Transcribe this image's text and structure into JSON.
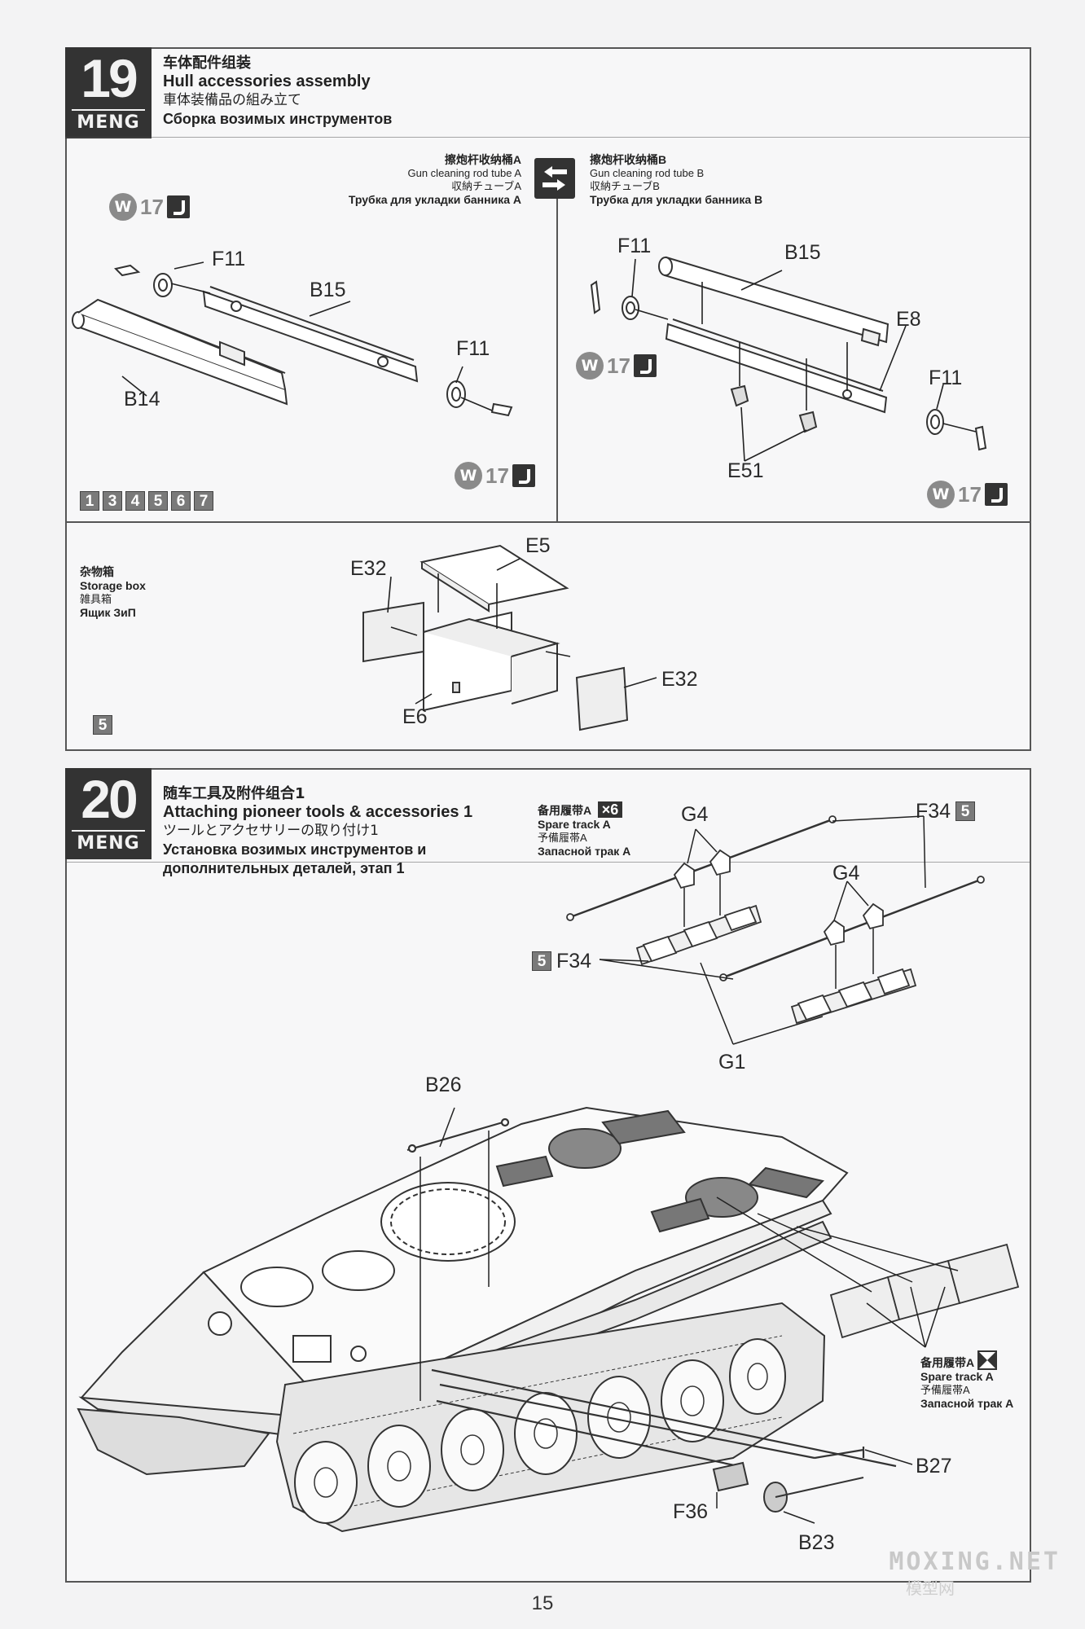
{
  "step19": {
    "number": "19",
    "logo": "MENG",
    "title_cn": "车体配件组装",
    "title_en": "Hull accessories assembly",
    "title_jp": "車体装備品の組み立て",
    "title_ru": "Сборка возимых инструментов",
    "tube_a": {
      "cn": "擦炮杆收纳桶A",
      "en": "Gun cleaning rod tube A",
      "jp": "収納チューブA",
      "ru": "Трубка для укладки банника A"
    },
    "tube_b": {
      "cn": "擦炮杆收纳桶B",
      "en": "Gun cleaning rod tube B",
      "jp": "収納チューブB",
      "ru": "Трубка для укладки банника B"
    },
    "storage_box": {
      "cn": "杂物箱",
      "en": "Storage box",
      "jp": "雑具箱",
      "ru": "Ящик ЗиП"
    },
    "paint_badge": {
      "letter": "W",
      "number": "17"
    },
    "color_codes_left": [
      "1",
      "3",
      "4",
      "5",
      "6",
      "7"
    ],
    "color_code_box": "5",
    "parts_a": {
      "f11_top": "F11",
      "b15": "B15",
      "b14": "B14",
      "f11_bottom": "F11"
    },
    "parts_b": {
      "f11_top": "F11",
      "b15": "B15",
      "e8": "E8",
      "f11_right": "F11",
      "e51": "E51"
    },
    "parts_box": {
      "e5": "E5",
      "e32_left": "E32",
      "e32_right": "E32",
      "e6": "E6"
    }
  },
  "step20": {
    "number": "20",
    "logo": "MENG",
    "title_cn": "随车工具及附件组合1",
    "title_en": "Attaching pioneer tools & accessories 1",
    "title_jp": "ツールとアクセサリーの取り付け1",
    "title_ru_1": "Установка возимых инструментов и",
    "title_ru_2": "дополнительных деталей, этап 1",
    "spare_track_a_top": {
      "cn": "备用履带A",
      "multiplier": "×6",
      "en": "Spare track A",
      "jp": "予備履帯A",
      "ru": "Запасной трак A"
    },
    "spare_track_a_bottom": {
      "cn": "备用履带A",
      "en": "Spare track A",
      "jp": "予備履帯A",
      "ru": "Запасной трак A"
    },
    "parts": {
      "g4_left": "G4",
      "g4_right": "G4",
      "f34_top": "F34",
      "f34_left": "F34",
      "g1": "G1",
      "b26": "B26",
      "b27": "B27",
      "f36": "F36",
      "b23": "B23",
      "box_f34_top": "5",
      "box_f34_left": "5"
    }
  },
  "page_number": "15",
  "watermark": "MOXING.NET",
  "watermark_sub": "模型网"
}
